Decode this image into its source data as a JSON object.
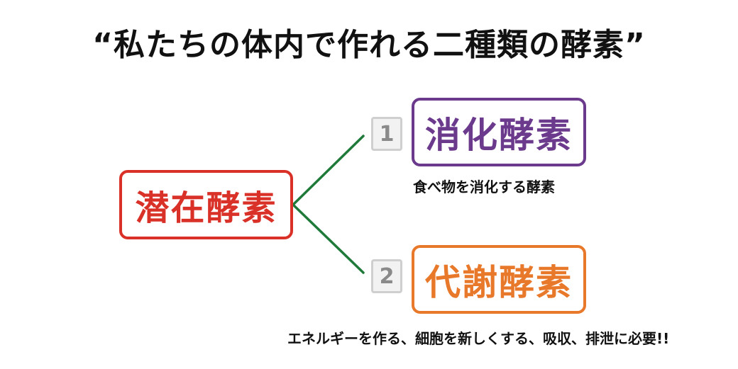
{
  "title": "“私たちの体内で作れる二種類の酵素”",
  "root": {
    "label": "潜在酵素",
    "color": "#d93028"
  },
  "branches": [
    {
      "number": "1",
      "label": "消化酵素",
      "color": "#6b3a8c",
      "description": "食べ物を消化する酵素"
    },
    {
      "number": "2",
      "label": "代謝酵素",
      "color": "#e8782a",
      "description": "エネルギーを作る、細胞を新しくする、吸収、排泄に必要!!"
    }
  ],
  "connector_color": "#1f7a3a"
}
